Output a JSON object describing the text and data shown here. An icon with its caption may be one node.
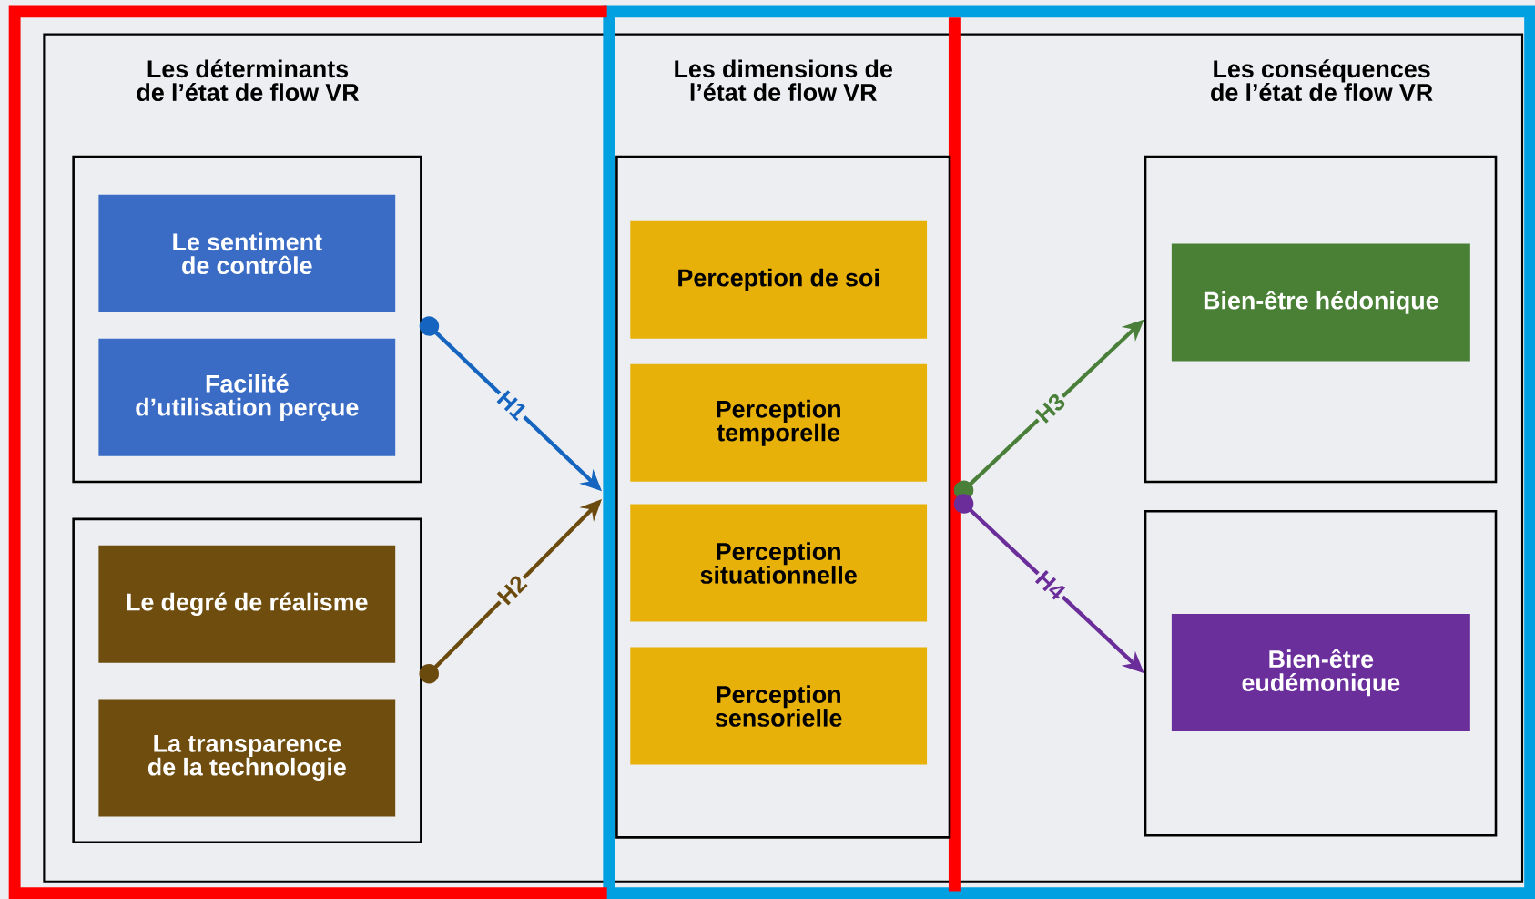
{
  "diagram": {
    "nodes": [
      {
        "text": [],
        "shape": "box"
      },
      {
        "text": [
          "Le sentiment de contrôle"
        ],
        "in": 0
      },
      {
        "text": [
          "Facilité d’utilisation perçue"
        ],
        "in": 0
      },
      {
        "text": [],
        "shape": "box"
      },
      {
        "text": [
          "Le degré de réalisme"
        ],
        "in": 3
      },
      {
        "text": [
          "La transparence de la technologie"
        ],
        "in": 3
      },
      {
        "text": [
          "Les dimensions de l’état de flow VR"
        ]
      },
      {
        "text": [
          "Perception de soi"
        ],
        "in": 6
      },
      {
        "text": [
          "Perception temporelle"
        ],
        "in": 6
      },
      {
        "text": [
          "Perception situationnelle"
        ],
        "in": 6
      },
      {
        "text": [
          "Perception sensorielle"
        ],
        "in": 6
      },
      {
        "text": [],
        "shape": "box"
      },
      {
        "text": [
          "Bien-être hédonique"
        ],
        "in": 11
      },
      {
        "text": [],
        "shape": "box"
      },
      {
        "text": [
          "Bien-être eudémonique"
        ],
        "in": 13
      }
    ],
    "edges": [
      {
        "from": 0,
        "to": 6,
        "arrow": "to",
        "label": "H1",
        "color": "#1565c0"
      },
      {
        "from": 3,
        "to": 6,
        "arrow": "to",
        "label": "H2",
        "color": "#6b4a0e"
      },
      {
        "from": 6,
        "to": 11,
        "arrow": "to",
        "label": "H3",
        "color": "#4a7f3a"
      },
      {
        "from": 6,
        "to": 13,
        "arrow": "to",
        "label": "H4",
        "color": "#6a2d9a"
      }
    ],
    "labels": [
      "Les déterminants de l’état de flow VR",
      "Les conséquences de l’état de flow VR"
    ]
  }
}
